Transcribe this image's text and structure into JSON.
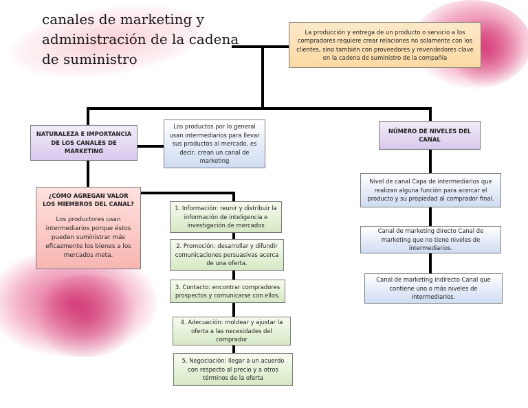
{
  "title": "canales de marketing y administración de la cadena de suministro",
  "top_box": "La producción y entrega de un producto o servicio a los compradores requiere crear relaciones no solamente con los clientes, sino también con proveedores y revendedores clave en la cadena de suministro de la compañía",
  "left": {
    "heading": "NATURALEZA E IMPORTANCIA DE LOS CANALES DE MARKETING",
    "intermediaries": "Los productos por lo general usan intermediarios para llevar sus productos al mercado, es decir, crean un canal de marketing",
    "value_title": "¿CÓMO AGREGAN VALOR LOS MIEMBROS DEL CANAL?",
    "value_body": "Los productores usan intermediarios porque éstos pueden suministrar más eficazmente los bienes a los mercados meta.",
    "functions": [
      "1. Información: reunir y distribuir la información de inteligencia e investigación de mercados",
      "2. Promoción: desarrollar y difundir comunicaciones persuasivas acerca de una oferta.",
      "3. Contacto: encontrar compradores prospectos y comunicarse con ellos.",
      "4. Adecuación: moldear y ajustar la oferta a las necesidades del comprador",
      "5. Negociación: llegar a un acuerdo con respecto al precio y a otros términos de la oferta"
    ]
  },
  "right": {
    "heading": "NÚMERO DE NIVELES DEL CANAL",
    "items": [
      "Nivel de canal Capa de intermediarios que realizan alguna función para acercar el producto y su propiedad al comprador final.",
      "Canal de marketing directo Canal de marketing que no tiene niveles de intermediarios.",
      "Canal de marketing indirecto Canal que contiene uno o más niveles de intermediarios."
    ]
  },
  "colors": {
    "peach": "#fbd9a3",
    "lavender": "#d8c9ee",
    "blue": "#cfdcf2",
    "green": "#d6e8c6",
    "red": "#f7b6b1",
    "splash": "#e0467c"
  }
}
